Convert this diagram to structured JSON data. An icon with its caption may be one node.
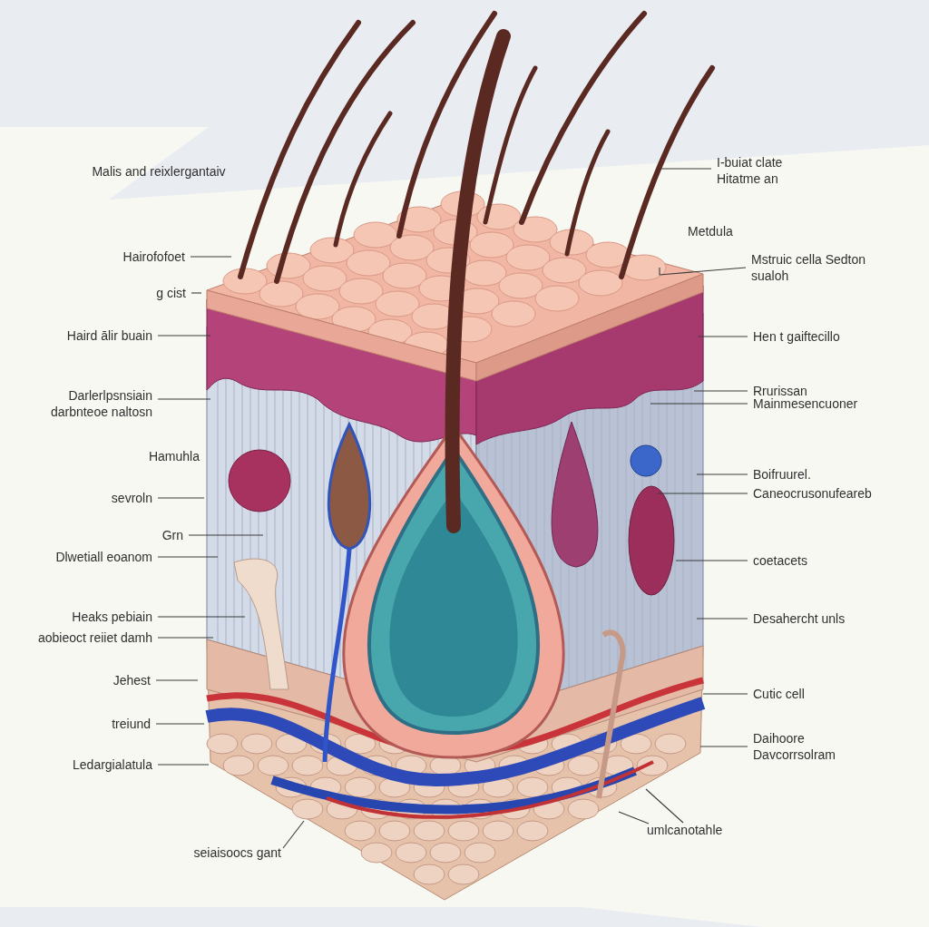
{
  "diagram": {
    "nodes": [
      {
        "text": [
          "Hairofofoet"
        ]
      },
      {
        "text": [
          "g cist"
        ]
      },
      {
        "text": [
          "Haird ālir buain"
        ]
      },
      {
        "text": [
          "Darlerlpsnsiain darbnteoe naltosn"
        ]
      },
      {
        "text": [
          "sevroln"
        ]
      },
      {
        "text": [
          "Grn"
        ]
      },
      {
        "text": [
          "Dlwetiall eoanom"
        ]
      },
      {
        "text": [
          "Heaks pebiain"
        ]
      },
      {
        "text": [
          "aobieoct reiiet damh"
        ]
      },
      {
        "text": [
          "Jehest"
        ]
      },
      {
        "text": [
          "treiund"
        ]
      },
      {
        "text": [
          "Ledargialatula"
        ]
      },
      {
        "text": [
          "seiaisoocs gant"
        ]
      },
      {
        "text": [
          "I-buiat clate Hitatme an"
        ]
      },
      {
        "text": [
          "Mstruic cella Sedton sualoh"
        ]
      },
      {
        "text": [
          "Hen t gaiftecillo"
        ]
      },
      {
        "text": [
          "Rrurissan"
        ]
      },
      {
        "text": [
          "Mainmesencuoner"
        ]
      },
      {
        "text": [
          "Boifruurel."
        ]
      },
      {
        "text": [
          "Caneocrusonufeareb"
        ]
      },
      {
        "text": [
          "coetacets"
        ]
      },
      {
        "text": [
          "Desahercht unls"
        ]
      },
      {
        "text": [
          "Cutic cell"
        ]
      },
      {
        "text": [
          "Daihoore Davcorrsolram"
        ]
      },
      {
        "text": [
          "umlcanotahle"
        ]
      }
    ],
    "edges": [
      {
        "from": 0,
        "to": null,
        "arrow": "none"
      },
      {
        "from": 1,
        "to": null,
        "arrow": "none"
      },
      {
        "from": 2,
        "to": null,
        "arrow": "none"
      },
      {
        "from": 3,
        "to": null,
        "arrow": "none"
      },
      {
        "from": 4,
        "to": null,
        "arrow": "none"
      },
      {
        "from": 5,
        "to": null,
        "arrow": "none"
      },
      {
        "from": 6,
        "to": null,
        "arrow": "none"
      },
      {
        "from": 7,
        "to": null,
        "arrow": "none"
      },
      {
        "from": 8,
        "to": null,
        "arrow": "none"
      },
      {
        "from": 9,
        "to": null,
        "arrow": "none"
      },
      {
        "from": 10,
        "to": null,
        "arrow": "none"
      },
      {
        "from": 11,
        "to": null,
        "arrow": "none"
      },
      {
        "from": 12,
        "to": null,
        "arrow": "none"
      },
      {
        "from": 13,
        "to": null,
        "arrow": "none"
      },
      {
        "from": 14,
        "to": null,
        "arrow": "none"
      },
      {
        "from": 15,
        "to": null,
        "arrow": "none"
      },
      {
        "from": 16,
        "to": null,
        "arrow": "none"
      },
      {
        "from": 17,
        "to": null,
        "arrow": "none"
      },
      {
        "from": 18,
        "to": null,
        "arrow": "none"
      },
      {
        "from": 19,
        "to": null,
        "arrow": "none"
      },
      {
        "from": 20,
        "to": null,
        "arrow": "none"
      },
      {
        "from": 21,
        "to": null,
        "arrow": "none"
      },
      {
        "from": 22,
        "to": null,
        "arrow": "none"
      },
      {
        "from": 23,
        "to": null,
        "arrow": "none"
      },
      {
        "from": 24,
        "to": null,
        "arrow": "none"
      },
      {
        "from": 24,
        "to": null,
        "arrow": "none"
      }
    ],
    "labels": [
      "Malis and reixlergantaiv",
      "Metdula",
      "Hamuhla"
    ]
  }
}
